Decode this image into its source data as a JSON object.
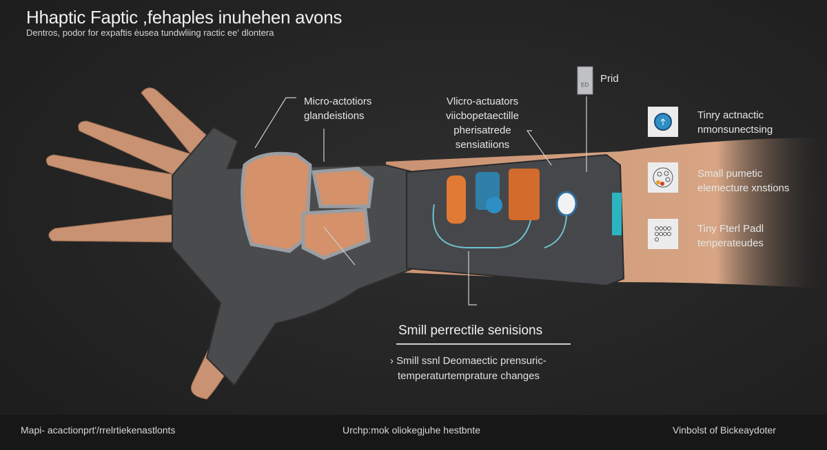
{
  "header": {
    "title": "Hhaptic Faptic ,fehaples inuhehen avons",
    "subtitle": "Dentros, podor for expaftis ėusea tundwliing ractic ee' dlontera"
  },
  "labels": {
    "glove_callout": [
      "Micro-actotiors",
      "glandeistions"
    ],
    "sleeve_callout": [
      "Vlicro-actuators",
      "viicbopetaectille",
      "pherisatrede",
      "sensiatiions"
    ],
    "device_label": "Prid",
    "device_screen": "ED"
  },
  "legend": [
    {
      "icon": "blue-circle-arrow-icon",
      "lines": [
        "Tinry actnactic",
        "nmonsunectsing"
      ]
    },
    {
      "icon": "pneumatic-dots-icon",
      "lines": [
        "Small pumetic",
        "elemecture xnstions"
      ]
    },
    {
      "icon": "dot-grid-icon",
      "lines": [
        "Tiny Fterl Padl",
        "tenperateudes"
      ]
    }
  ],
  "callout": {
    "title": "Smill perrectile senisions",
    "bullet": "Smill ssnl Deomaectic prensuric-",
    "bullet_cont": "temperaturtemprature changes"
  },
  "footer": {
    "left": "Mapi- acactionprt'/rrelrtiekenastlonts",
    "center": "Urchp:mok oliokegjuhe hestbnte",
    "right": "Vinbolst of  Bickeaydoter"
  },
  "colors": {
    "skin": "#c99272",
    "glove": "#4a4b4d",
    "pad": "#d4916a",
    "accent_orange": "#e07a35",
    "accent_blue": "#2f8fc4",
    "accent_teal": "#2bb3c0"
  }
}
